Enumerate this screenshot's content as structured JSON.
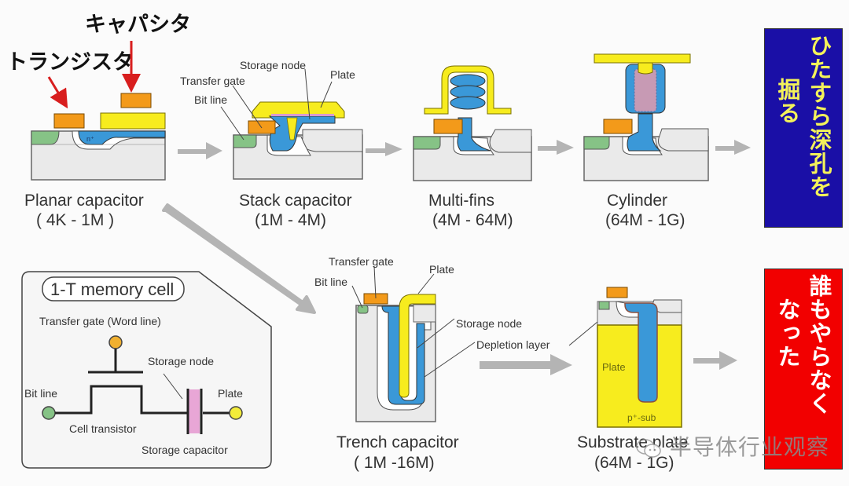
{
  "annotations_jp": {
    "capacitor": "キャパシタ",
    "transistor": "トランジスタ"
  },
  "colors": {
    "gate": "#f39a1a",
    "plate": "#f7ec1e",
    "storage_node": "#3a98d8",
    "bit_line": "#86c386",
    "dielectric": "#d89ad0",
    "substrate": "#eaeaea",
    "arrow": "#b4b4b4",
    "panel_blue": "#1a0fa6",
    "panel_red": "#f20000"
  },
  "structures": [
    {
      "id": "planar",
      "name": "Planar capacitor",
      "range": "( 4K - 1M )",
      "n_plus": "n⁺"
    },
    {
      "id": "stack",
      "name": "Stack capacitor",
      "range": "(1M - 4M)",
      "labels": {
        "storage_node": "Storage node",
        "plate": "Plate",
        "transfer_gate": "Transfer gate",
        "bit_line": "Bit line"
      }
    },
    {
      "id": "multifins",
      "name": "Multi-fins",
      "range": "(4M - 64M)"
    },
    {
      "id": "cylinder",
      "name": "Cylinder",
      "range": "(64M - 1G)"
    },
    {
      "id": "trench",
      "name": "Trench capacitor",
      "range": "( 1M -16M)",
      "labels": {
        "transfer_gate": "Transfer gate",
        "plate": "Plate",
        "bit_line": "Bit line",
        "storage_node": "Storage node",
        "depletion_layer": "Depletion layer"
      }
    },
    {
      "id": "substrate",
      "name": "Substrate plate",
      "range": "(64M - 1G)",
      "labels": {
        "plate": "Plate",
        "p_sub": "p⁺-sub"
      }
    }
  ],
  "memory_cell": {
    "title": "1-T memory cell",
    "transfer_gate": "Transfer gate (Word line)",
    "storage_node": "Storage node",
    "bit_line": "Bit line",
    "plate": "Plate",
    "cell_transistor": "Cell transistor",
    "storage_capacitor": "Storage capacitor"
  },
  "panels": {
    "top": {
      "col1": "ひたすら深孔を",
      "col2": "掘る"
    },
    "bottom": {
      "col1": "誰もやらなく",
      "col2": "なった"
    }
  },
  "watermark": "半导体行业观察"
}
